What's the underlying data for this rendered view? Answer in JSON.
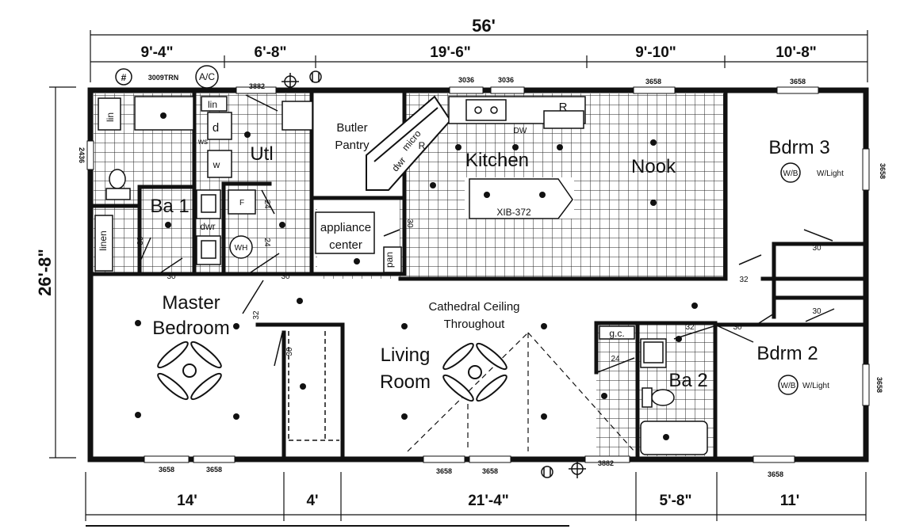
{
  "dimensions": {
    "overall_length": "56'",
    "overall_width": "26'-8\"",
    "top": [
      "9'-4\"",
      "6'-8\"",
      "19'-6\"",
      "9'-10\"",
      "10'-8\""
    ],
    "bottom": [
      "14'",
      "4'",
      "21'-4\"",
      "5'-8\"",
      "11'"
    ]
  },
  "symbols": {
    "hash": "#",
    "door_code": "3009TRN",
    "ac": "A/C"
  },
  "rooms": {
    "master_bedroom": [
      "Master",
      "Bedroom"
    ],
    "living_room": [
      "Living",
      "Room"
    ],
    "kitchen": "Kitchen",
    "nook": "Nook",
    "bdrm3": "Bdrm 3",
    "bdrm2": "Bdrm 2",
    "ba1": "Ba 1",
    "ba2": "Ba 2",
    "utl": "Utl",
    "butler_pantry": [
      "Butler",
      "Pantry"
    ],
    "appliance_center": [
      "appliance",
      "center"
    ],
    "cathedral_note": [
      "Cathedral Ceiling",
      "Throughout"
    ]
  },
  "fixtures": {
    "lin": "lin",
    "linen": "linen",
    "lin_utl": "lin",
    "dryer": "d",
    "washer": "w",
    "ws": "ws",
    "furnace": "F",
    "water_heater": "WH",
    "dwr": "dwr",
    "micro": "micro",
    "dwr_kitchen": "dwr",
    "range": "R",
    "dishwasher": "DW",
    "refrigerator": "R",
    "island": "XIB-372",
    "pantry": "pan",
    "wb": "W/B",
    "w_light": "W/Light",
    "gc": "g.c."
  },
  "windows": {
    "w1": "3882",
    "w2": "3036",
    "w3": "3036",
    "w4": "3658",
    "w5": "3658",
    "w6": "2436",
    "w7": "3658",
    "w8": "3658",
    "w9": "3658",
    "w10": "3658",
    "w11": "3658",
    "w12": "3658",
    "w13": "3882",
    "w14": "3658"
  },
  "door_sizes": {
    "d1": "30",
    "d2": "30",
    "d3": "30",
    "d4": "24",
    "d5": "24",
    "d6": "30",
    "d7": "32",
    "d8": "32",
    "d9": "30",
    "d10": "30",
    "d11": "32",
    "d12": "30",
    "d13": "24",
    "d14": "30",
    "d15": "30"
  }
}
